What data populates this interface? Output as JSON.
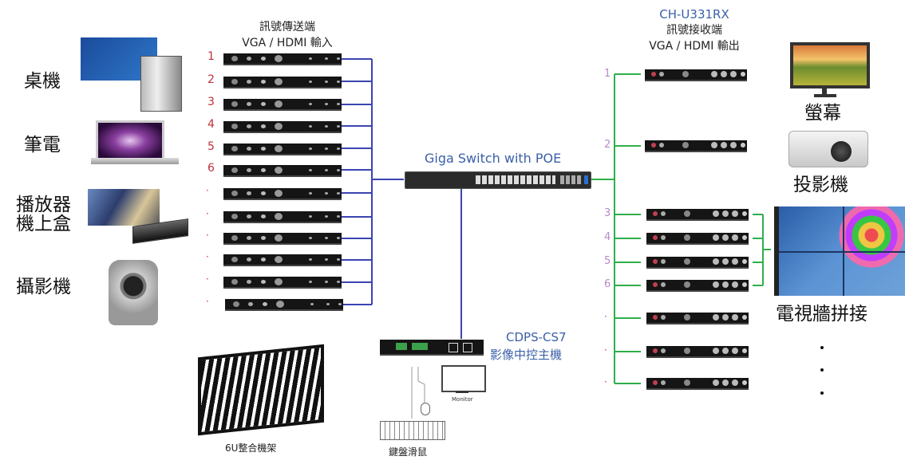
{
  "sources": {
    "items": [
      {
        "label": "桌機",
        "icon": "desktop-pc-icon"
      },
      {
        "label": "筆電",
        "icon": "laptop-icon"
      },
      {
        "label": "播放器",
        "label2": "機上盒",
        "icon": "media-player-settop-box-icon"
      },
      {
        "label": "攝影機",
        "icon": "ptz-camera-icon"
      }
    ]
  },
  "transmitters": {
    "title_line1": "訊號傳送端",
    "title_line2": "VGA  / HDMI 輸入",
    "numbers": [
      "1",
      "2",
      "3",
      "4",
      "5",
      "6",
      "·",
      "·",
      "·",
      "·",
      "·",
      "·"
    ]
  },
  "switch": {
    "label": "Giga Switch with POE"
  },
  "controller": {
    "model": "CDPS-CS7",
    "name": "影像中控主機",
    "monitor_label": "Monitor",
    "kbd_mouse_label": "鍵盤滑鼠"
  },
  "rack": {
    "label": "6U整合機架"
  },
  "receivers": {
    "model": "CH-U331RX",
    "title_line1": "訊號接收端",
    "title_line2": "VGA / HDMI 輸出",
    "numbers": [
      "1",
      "2",
      "3",
      "4",
      "5",
      "6",
      "·",
      "·",
      "·"
    ]
  },
  "displays": {
    "monitor": "螢幕",
    "projector": "投影機",
    "video_wall": "電視牆拼接"
  },
  "colors": {
    "tx_line": "#3b44b0",
    "rx_line": "#2fae4a",
    "title_blue": "#3a5fa8",
    "tx_number": "#c0303a",
    "rx_number": "#b88bc8"
  }
}
